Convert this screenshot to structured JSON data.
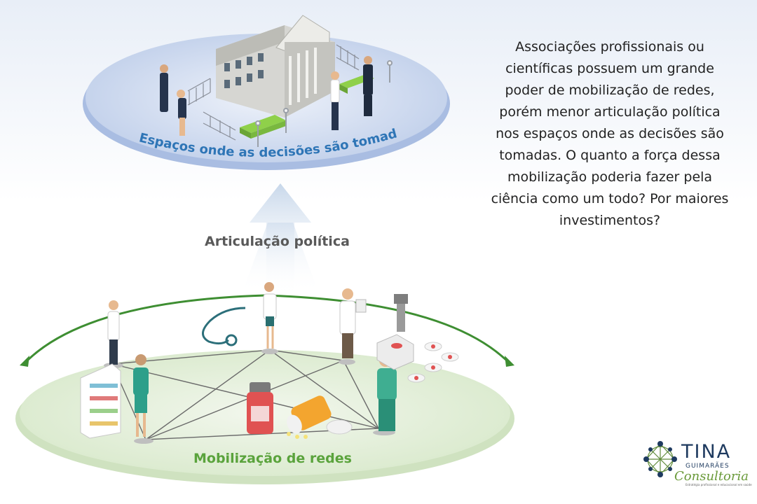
{
  "top_platform_label": "Espaços onde as decisões são tomadas",
  "arrow_label": "Articulação política",
  "bottom_platform_label": "Mobilização de redes",
  "side_text": "Associações profissionais ou científicas possuem um grande poder de mobilização de redes, porém menor articulação política nos espaços onde as decisões são tomadas. O quanto a força dessa mobilização poderia fazer pela ciência como um todo? Por maiores investimentos?",
  "logo": {
    "name": "TINA",
    "surname": "GUIMARÃES",
    "script": "Consultoria",
    "tagline": "Estratégia profissional e educacional em saúde"
  },
  "colors": {
    "top_platform": "#c9d6ee",
    "top_label": "#2e75b6",
    "bottom_platform": "#e2eed8",
    "bottom_label": "#5aa33c",
    "arrow": "#3e8e32",
    "logo_navy": "#1e3a5f",
    "logo_green": "#6a9a3a"
  }
}
